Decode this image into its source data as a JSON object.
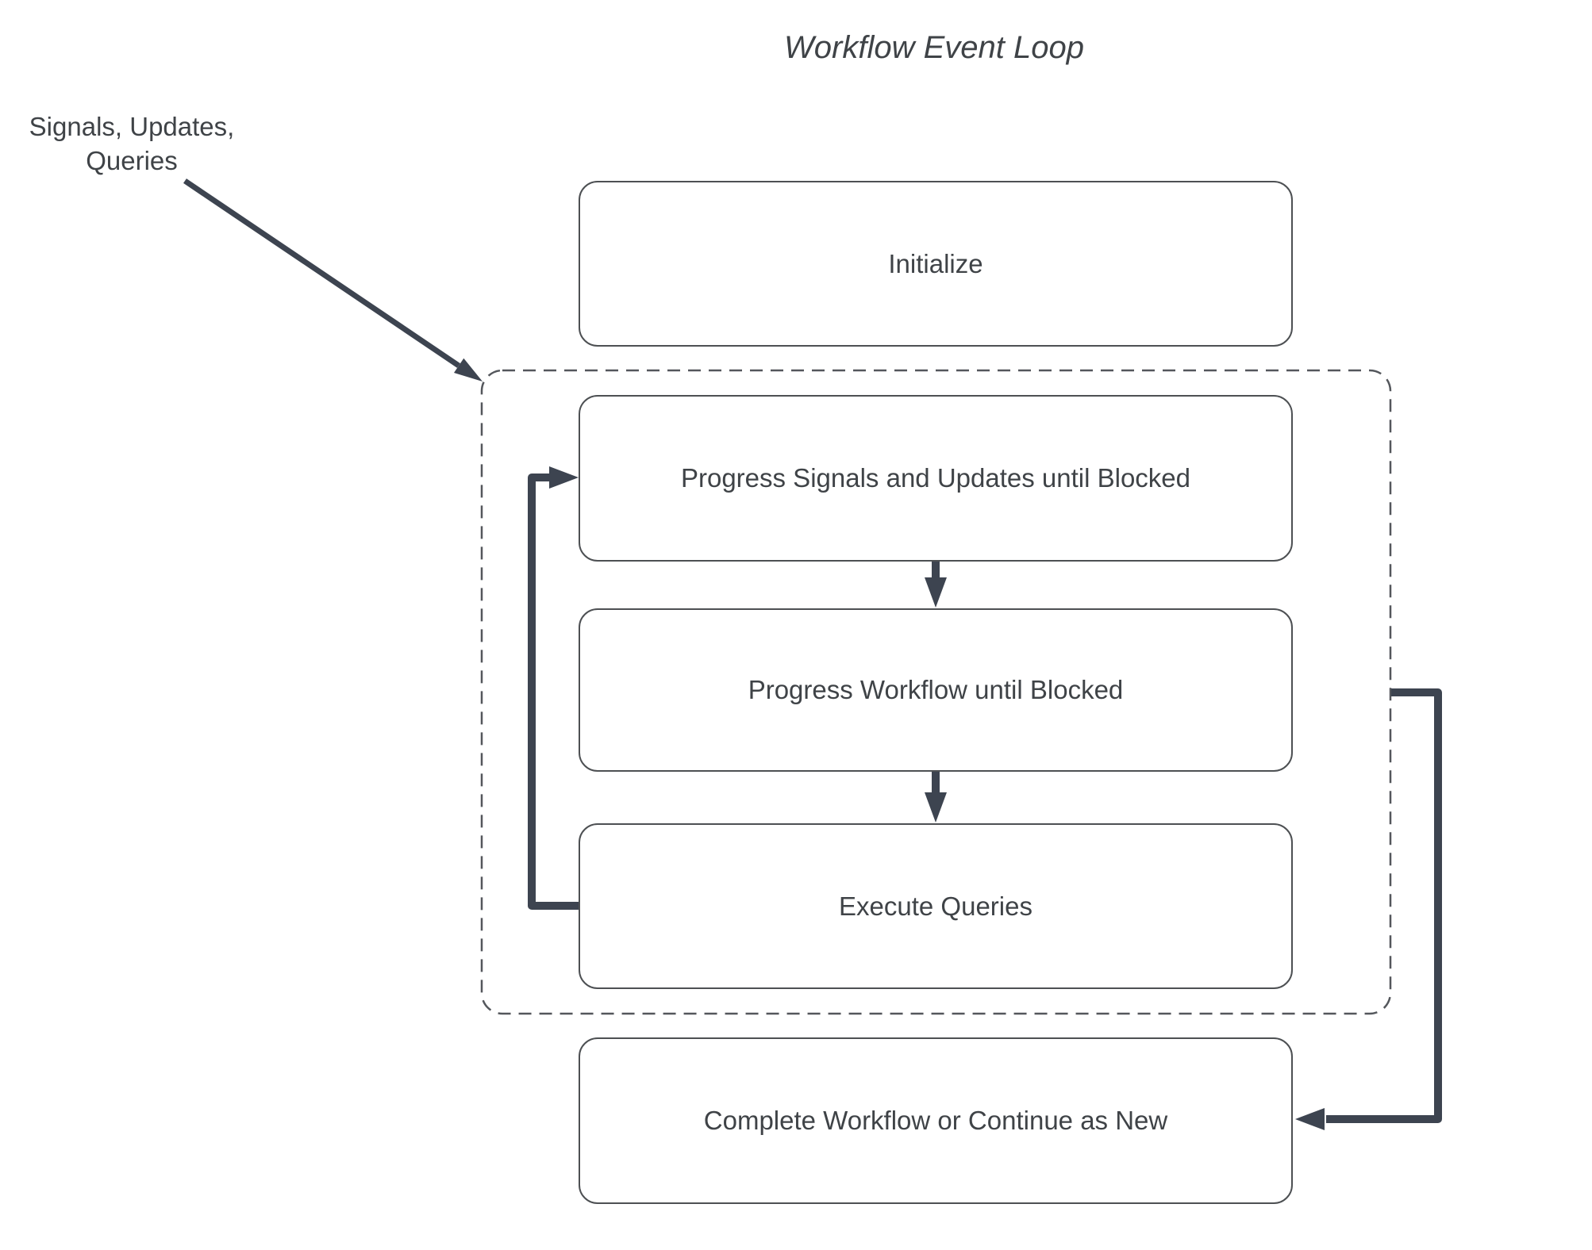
{
  "title": "Workflow Event Loop",
  "annotation": {
    "line1": "Signals, Updates,",
    "line2": "Queries"
  },
  "nodes": {
    "initialize": "Initialize",
    "progress_signals": "Progress Signals and Updates until Blocked",
    "progress_workflow": "Progress Workflow until Blocked",
    "execute_queries": "Execute Queries",
    "complete": "Complete Workflow or Continue as New"
  },
  "colors": {
    "arrow": "#3d4450",
    "box_border": "#4d5053",
    "dashed_border": "#54575c",
    "text": "#3f4347",
    "background": "#ffffff"
  }
}
